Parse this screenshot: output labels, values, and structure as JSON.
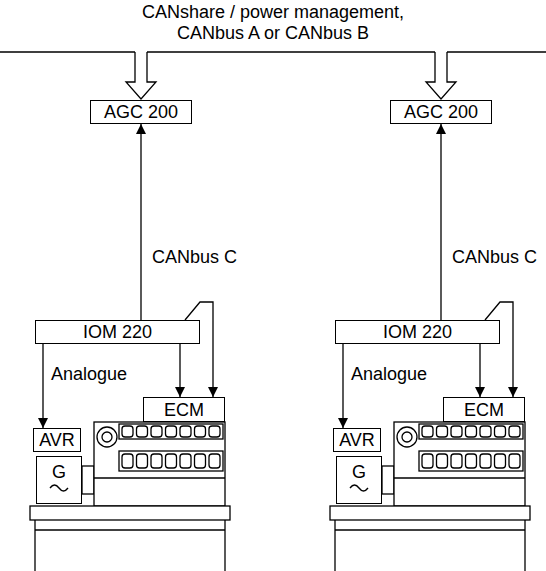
{
  "diagram": {
    "nodes": [
      {
        "text": [
          "AGC 200"
        ]
      },
      {
        "text": [
          "IOM 220"
        ]
      },
      {
        "text": [
          "ECM"
        ]
      },
      {
        "text": [
          "AVR"
        ]
      },
      {
        "text": [
          "G"
        ]
      },
      {
        "text": [
          "AGC 200"
        ]
      },
      {
        "text": [
          "IOM 220"
        ]
      },
      {
        "text": [
          "ECM"
        ]
      },
      {
        "text": [
          "AVR"
        ]
      },
      {
        "text": [
          "G"
        ]
      }
    ],
    "edges": [
      {
        "from": 1,
        "to": 0,
        "label": "CANbus C",
        "arrow": "to"
      },
      {
        "from": 1,
        "to": 3,
        "label": "Analogue",
        "arrow": "to"
      },
      {
        "from": 1,
        "to": 2,
        "arrow": "to"
      },
      {
        "from": 1,
        "to": 2,
        "arrow": "to"
      },
      {
        "from": 6,
        "to": 5,
        "label": "CANbus C",
        "arrow": "to"
      },
      {
        "from": 6,
        "to": 8,
        "label": "Analogue",
        "arrow": "to"
      },
      {
        "from": 6,
        "to": 7,
        "arrow": "to"
      },
      {
        "from": 6,
        "to": 7,
        "arrow": "to"
      }
    ],
    "labels": [
      "CANshare / power management, CANbus A or CANbus B"
    ]
  }
}
